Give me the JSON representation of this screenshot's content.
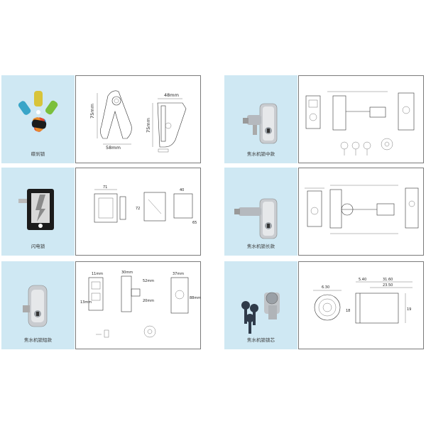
{
  "products": [
    {
      "caption": "碟刹锁",
      "drawing_labels": {
        "width_top": "48mm",
        "height_left": "75mm",
        "height_right": "75mm",
        "width_bottom": "58mm"
      }
    },
    {
      "caption": "焦水机锁中款",
      "drawing_labels": {}
    },
    {
      "caption": "闪电锁",
      "drawing_labels": {
        "a": "71",
        "b": "72",
        "c": "40",
        "d": "65"
      }
    },
    {
      "caption": "焦水机锁长款",
      "drawing_labels": {}
    },
    {
      "caption": "焦水机锁短款",
      "drawing_labels": {
        "a": "11mm",
        "b": "30mm",
        "c": "52mm",
        "d": "37mm",
        "e": "20mm",
        "f": "13mm",
        "g": "88mm"
      }
    },
    {
      "caption": "焦水机锁锁芯",
      "drawing_labels": {
        "a": "6.30",
        "b": "5.40",
        "c": "31.60",
        "d": "23.50",
        "e": "19",
        "f": "18"
      }
    }
  ]
}
